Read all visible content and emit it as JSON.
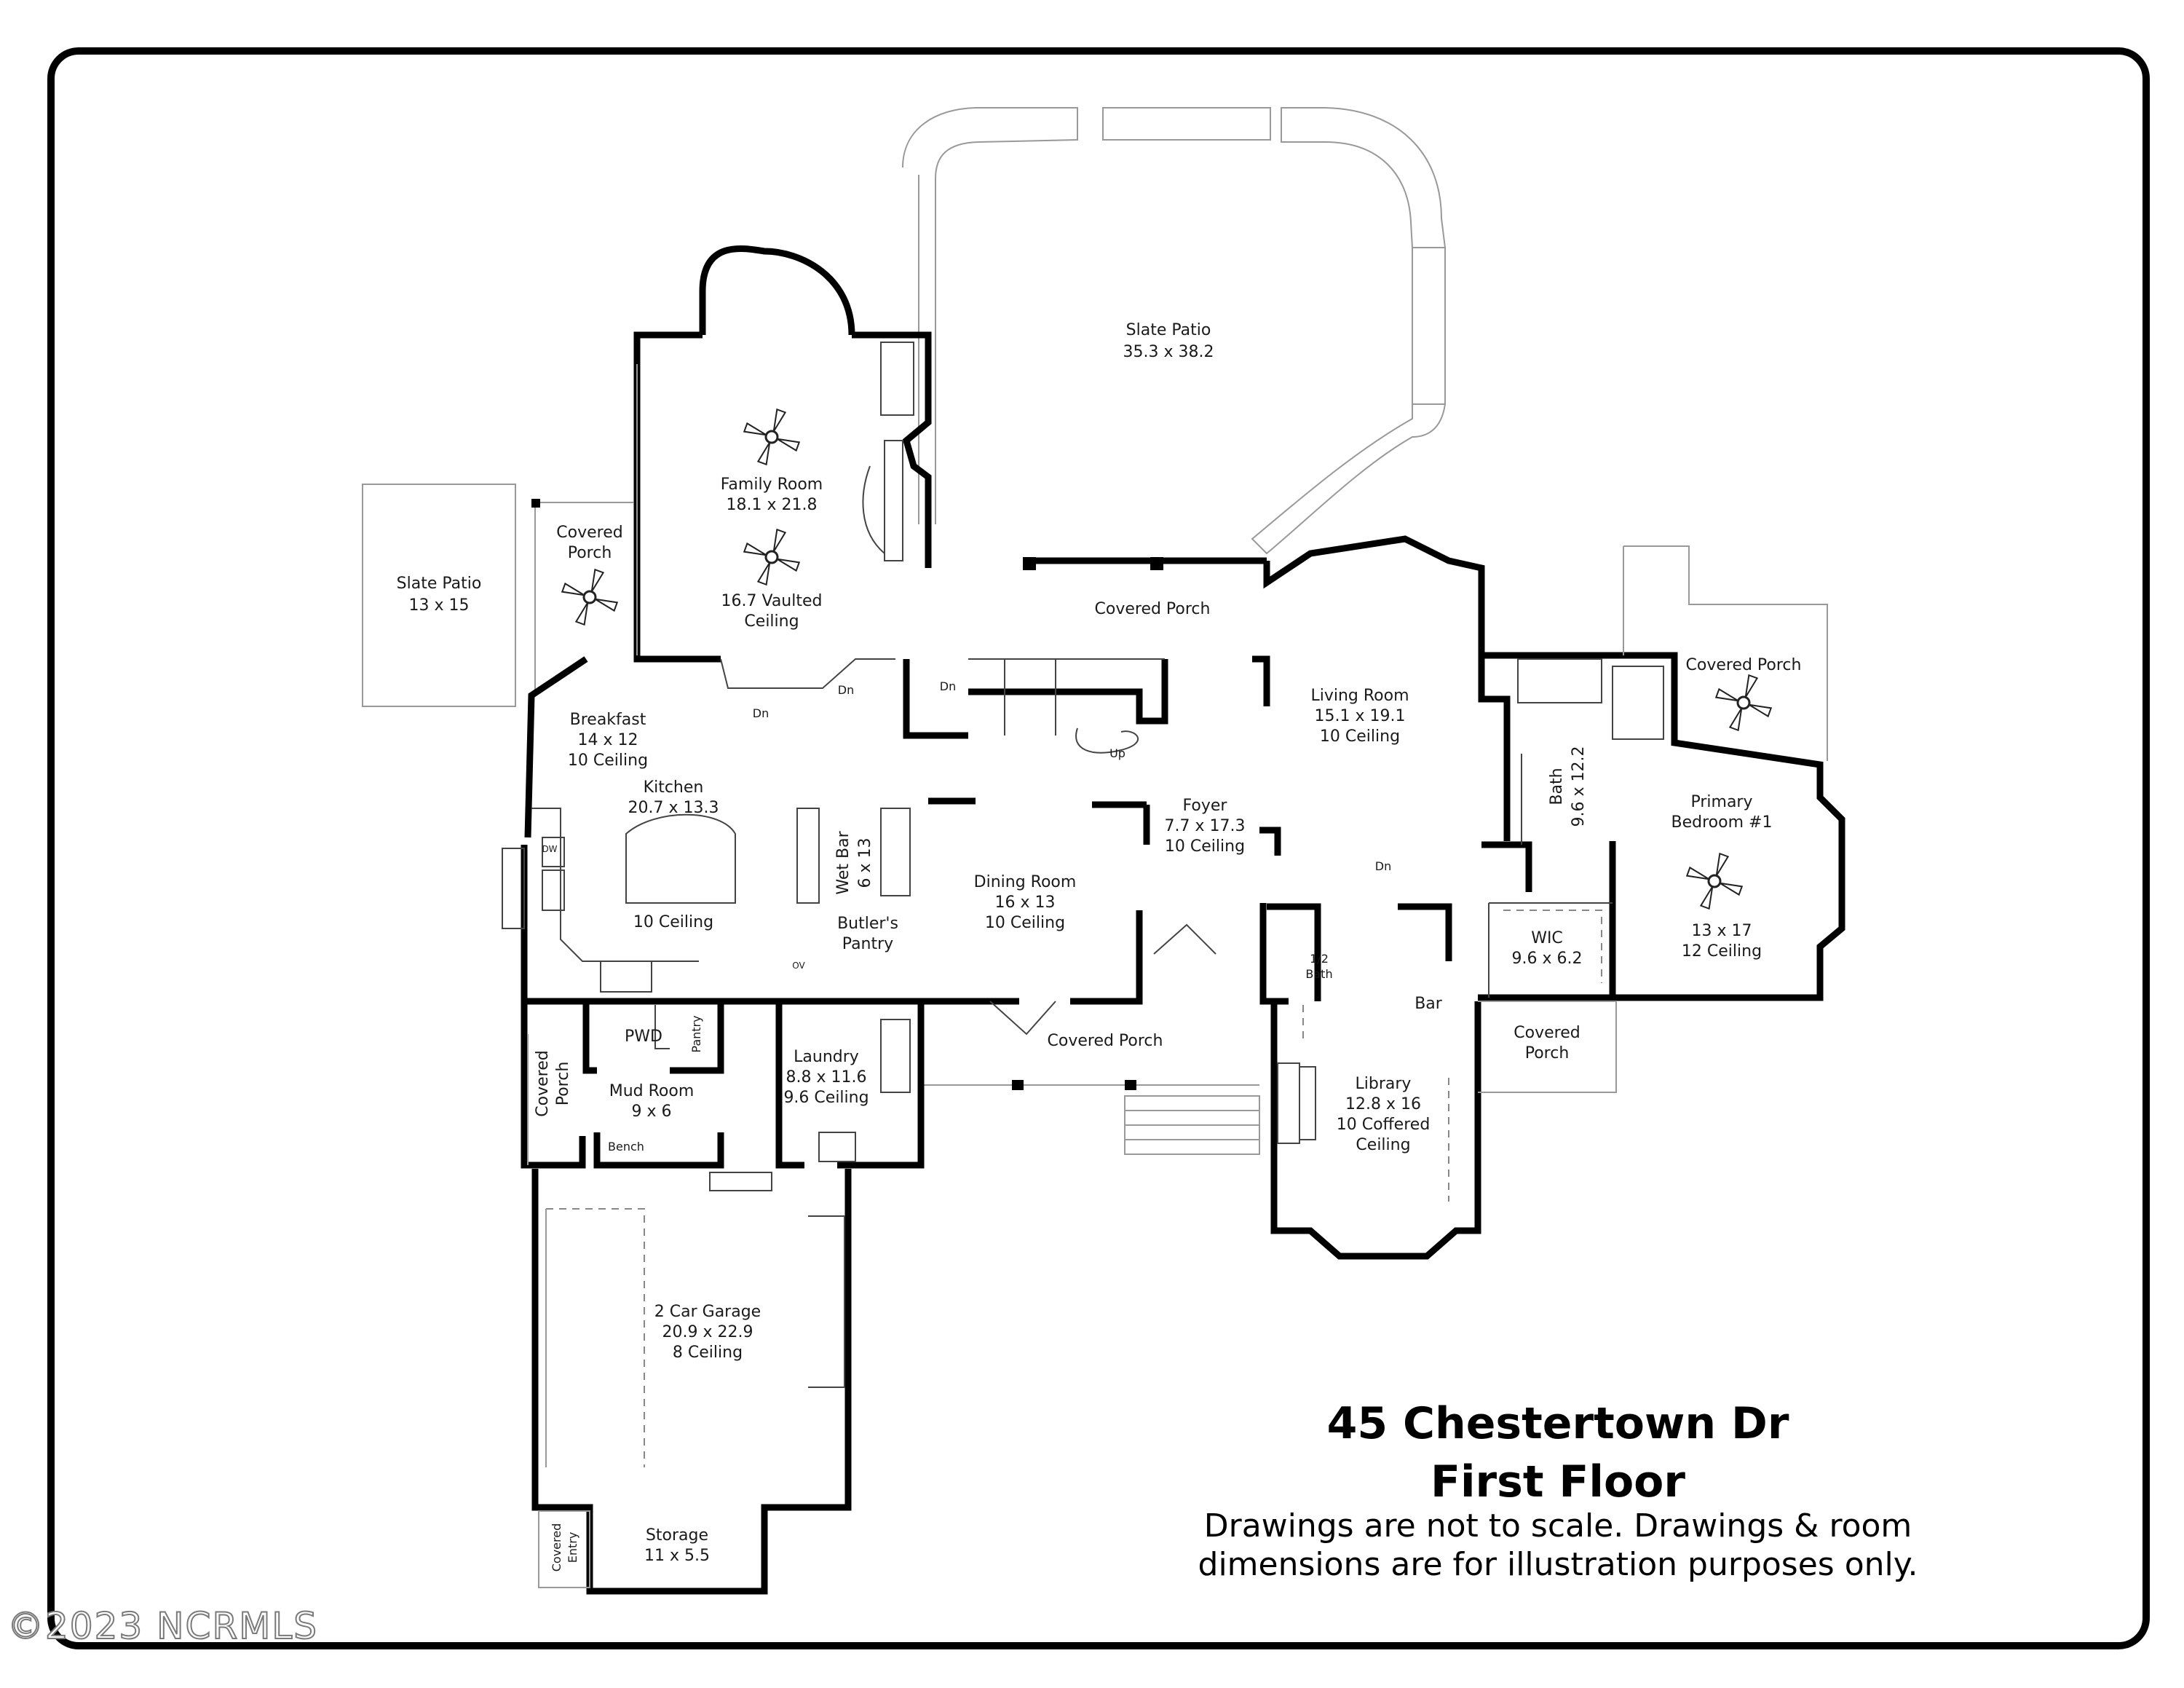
{
  "title": {
    "address": "45 Chestertown Dr",
    "floor": "First Floor",
    "disclaimer_line1": "Drawings are not to scale. Drawings & room",
    "disclaimer_line2": "dimensions are for illustration purposes only."
  },
  "watermark": "©2023 NCRMLS",
  "rooms": {
    "slate_patio_large": {
      "name": "Slate Patio",
      "size": "35.3 x 38.2"
    },
    "slate_patio_small": {
      "name": "Slate Patio",
      "size": "13 x 15"
    },
    "family_room": {
      "name": "Family Room",
      "size": "18.1 x 21.8",
      "ceiling1": "16.7 Vaulted",
      "ceiling2": "Ceiling"
    },
    "covered_porch_left": {
      "line1": "Covered",
      "line2": "Porch"
    },
    "covered_porch_top": {
      "name": "Covered Porch"
    },
    "living_room": {
      "name": "Living Room",
      "size": "15.1 x 19.1",
      "ceiling": "10 Ceiling"
    },
    "covered_porch_right": {
      "name": "Covered Porch"
    },
    "breakfast": {
      "name": "Breakfast",
      "size": "14 x 12",
      "ceiling": "10 Ceiling"
    },
    "kitchen": {
      "name": "Kitchen",
      "size": "20.7 x 13.3",
      "ceiling": "10 Ceiling"
    },
    "wet_bar": {
      "name": "Wet Bar",
      "size": "6 x 13"
    },
    "butlers_pantry": {
      "line1": "Butler's",
      "line2": "Pantry"
    },
    "dining_room": {
      "name": "Dining Room",
      "size": "16 x 13",
      "ceiling": "10 Ceiling"
    },
    "foyer": {
      "name": "Foyer",
      "size": "7.7 x 17.3",
      "ceiling": "10 Ceiling"
    },
    "bath": {
      "name": "Bath",
      "size": "9.6 x 12.2"
    },
    "primary_bedroom": {
      "line1": "Primary",
      "line2": "Bedroom #1",
      "size": "13 x 17",
      "ceiling": "12 Ceiling"
    },
    "wic": {
      "name": "WIC",
      "size": "9.6 x 6.2"
    },
    "half_bath": {
      "line1": "1/2",
      "line2": "Bath"
    },
    "bar": {
      "name": "Bar"
    },
    "pwd": {
      "name": "PWD"
    },
    "pantry": {
      "name": "Pantry"
    },
    "mud_room": {
      "name": "Mud Room",
      "size": "9 x 6"
    },
    "bench": {
      "name": "Bench"
    },
    "covered_porch_mud": {
      "line1": "Covered",
      "line2": "Porch"
    },
    "laundry": {
      "name": "Laundry",
      "size": "8.8 x 11.6",
      "ceiling": "9.6 Ceiling"
    },
    "covered_porch_front": {
      "name": "Covered Porch"
    },
    "library": {
      "name": "Library",
      "size": "12.8 x 16",
      "ceiling1": "10 Coffered",
      "ceiling2": "Ceiling"
    },
    "covered_porch_library": {
      "line1": "Covered",
      "line2": "Porch"
    },
    "garage": {
      "name": "2 Car Garage",
      "size": "20.9 x 22.9",
      "ceiling": "8 Ceiling"
    },
    "storage": {
      "name": "Storage",
      "size": "11 x 5.5"
    },
    "covered_entry": {
      "line1": "Covered",
      "line2": "Entry"
    }
  },
  "annotations": {
    "dn": "Dn",
    "up": "Up",
    "dw": "DW",
    "ov": "OV"
  }
}
